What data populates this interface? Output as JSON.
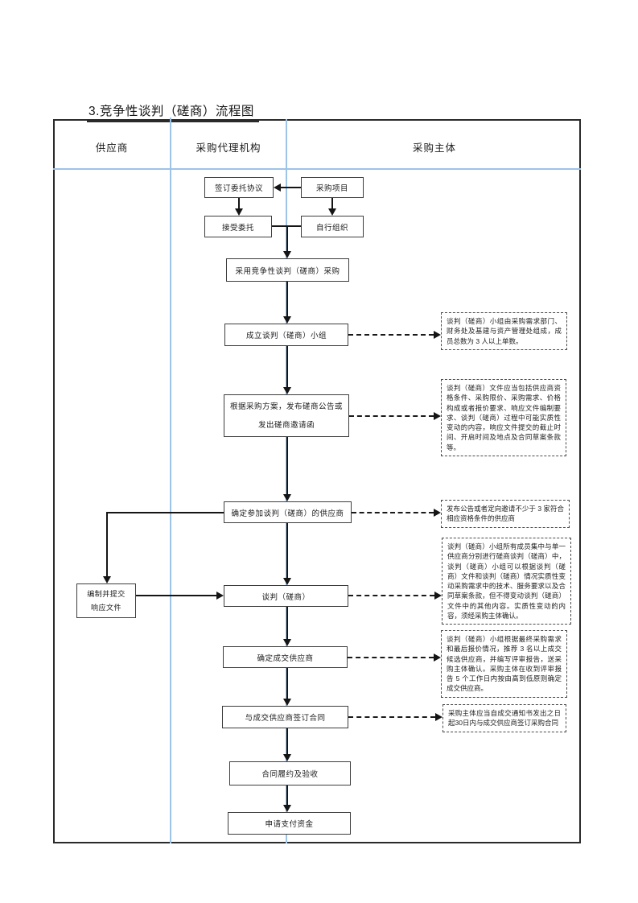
{
  "title": "3.竞争性谈判（磋商）流程图",
  "columns": [
    {
      "label": "供应商"
    },
    {
      "label": "采购代理机构"
    },
    {
      "label": "采购主体"
    }
  ],
  "flow": {
    "sign_agreement": "签订委托协议",
    "project": "采购项目",
    "accept": "接受委托",
    "self_organize": "自行组织",
    "adopt": "采用竞争性谈判（磋商）采购",
    "team": "成立谈判（磋商）小组",
    "announce": "根据采购方案，发布磋商公告或\n发出磋商邀请函",
    "determine_participants": "确定参加谈判（磋商）的供应商",
    "negotiation": "谈判（磋商）",
    "winner": "确定成交供应商",
    "contract": "与成交供应商签订合同",
    "fulfill": "合同履约及验收",
    "payment": "申请支付资金",
    "response_doc": "编制并提交\n响应文件"
  },
  "notes": {
    "team_note": "谈判（磋商）小组由采购需求部门、财务处及基建与资产管理处组成，成员总数为 3 人以上单数。",
    "document_note": "谈判（磋商）文件应当包括供应商资格条件、采购限价、采购需求、价格构成或者报价要求、响应文件编制要求、谈判（磋商）过程中可能实质性变动的内容，响应文件提交的截止时间、开启时间及地点及合同草案条款等。",
    "invite_note": "发布公告或者定向邀请不少于 3 家符合相应资格条件的供应商",
    "negotiation_note": "谈判（磋商）小组所有成员集中与单一供应商分别进行磋商谈判（磋商）中，谈判（磋商）小组可以根据谈判（磋商）文件和谈判（磋商）情况实质性变动采购需求中的技术、服务要求以及合同草案条款，但不得变动谈判（磋商）文件中的其他内容。实质性变动的内容，须经采购主体确认。",
    "award_note": "谈判（磋商）小组根据最终采购需求和最后报价情况，推荐 3 名以上成交候选供应商，并编写评审报告，送采购主体确认。采购主体在收到评审报告 5 个工作日内按由高到低原则确定成交供应商。",
    "contract_note": "采购主体应当自成交通知书发出之日起30日内与成交供应商签订采购合同"
  },
  "colors": {
    "divider_blue": "#9dc3e6",
    "line_black": "#151515"
  }
}
